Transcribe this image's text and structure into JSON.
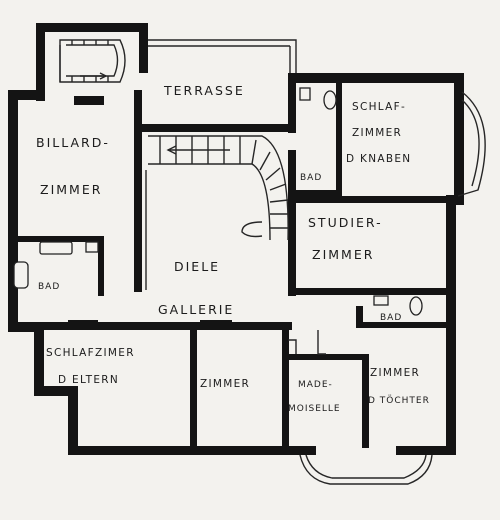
{
  "rooms": {
    "terrasse": "TERRASSE",
    "billard_1": "BILLARD-",
    "billard_2": "ZIMMER",
    "schlaf_knaben_1": "SCHLAF-",
    "schlaf_knaben_2": "ZIMMER",
    "schlaf_knaben_3": "D KNABEN",
    "bad_top": "BAD",
    "studier_1": "STUDIER-",
    "studier_2": "ZIMMER",
    "diele": "DIELE",
    "bad_left": "BAD",
    "gallerie": "GALLERIE",
    "bad_right": "BAD",
    "schlaf_eltern_1": "SCHLAFZIMER",
    "schlaf_eltern_2": "D ELTERN",
    "zimmer_mid": "ZIMMER",
    "mademoiselle_1": "MADE-",
    "mademoiselle_2": "MOISELLE",
    "zimmer_tochter_1": "ZIMMER",
    "zimmer_tochter_2": "D TÖCHTER"
  }
}
